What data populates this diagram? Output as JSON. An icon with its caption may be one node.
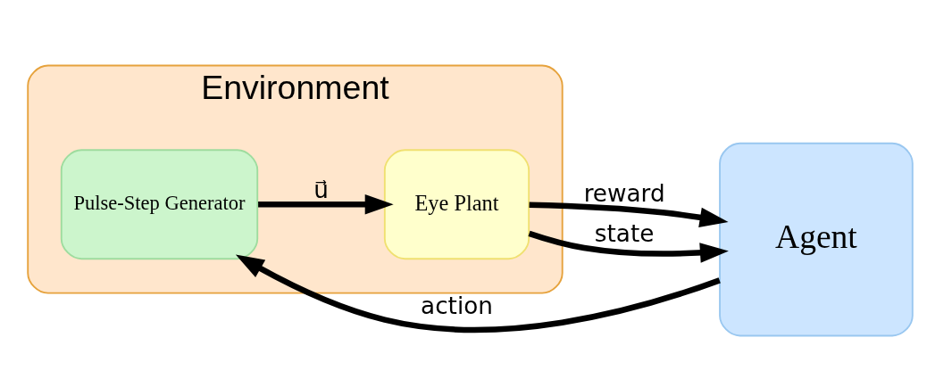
{
  "diagram": {
    "nodes": [
      {
        "text": [
          "Agent"
        ]
      },
      {
        "text": [
          "Environment"
        ]
      },
      {
        "text": [
          "Pulse-Step Generator"
        ],
        "in": 1
      },
      {
        "text": [
          "Eye Plant"
        ],
        "in": 1
      }
    ],
    "edges": [
      {
        "from": 0,
        "to": 2,
        "arrow": "to",
        "label": "action"
      },
      {
        "from": 2,
        "to": 3,
        "arrow": "to",
        "label": "u⃗"
      },
      {
        "from": 3,
        "to": 0,
        "arrow": "to",
        "label": "reward"
      },
      {
        "from": 3,
        "to": 0,
        "arrow": "to",
        "label": "state"
      }
    ]
  }
}
